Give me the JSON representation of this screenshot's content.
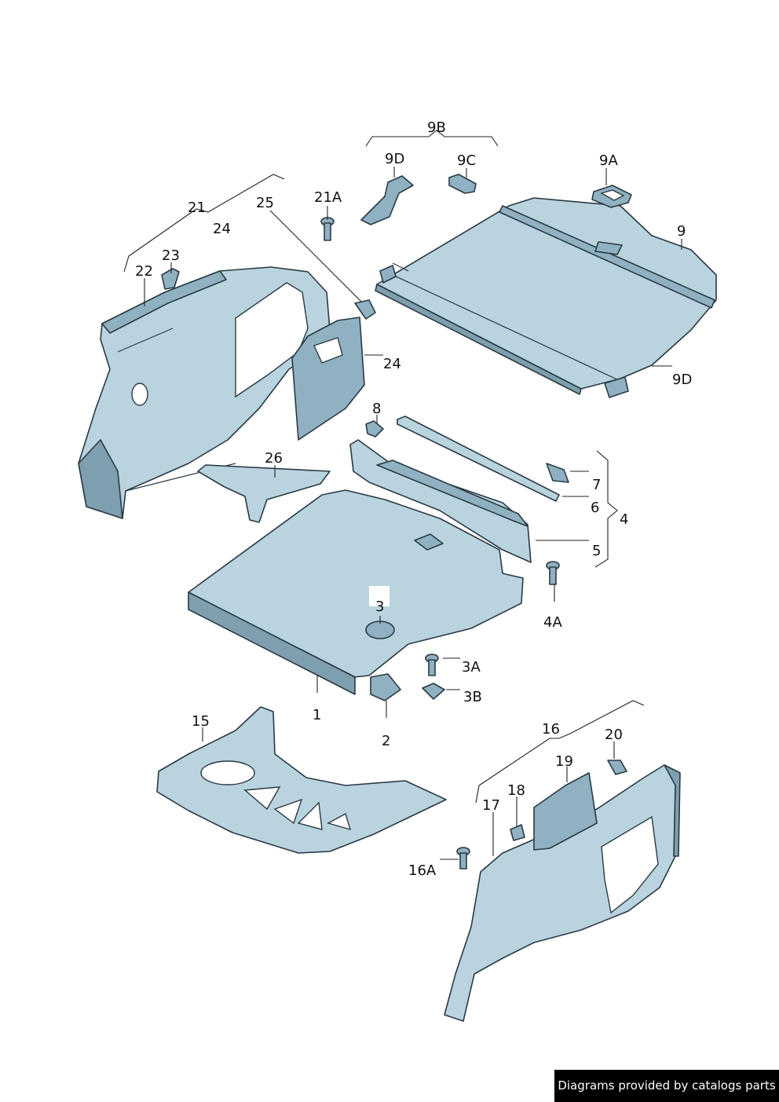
{
  "callouts": {
    "c9B": "9B",
    "c9D_top": "9D",
    "c9C": "9C",
    "c9A": "9A",
    "c9": "9",
    "c21": "21",
    "c24_top": "24",
    "c21A": "21A",
    "c25": "25",
    "c23": "23",
    "c22": "22",
    "c24": "24",
    "c9D": "9D",
    "c8": "8",
    "c26": "26",
    "c7": "7",
    "c6": "6",
    "c4": "4",
    "c5": "5",
    "c4A": "4A",
    "c3": "3",
    "c3A": "3A",
    "c3B": "3B",
    "c1": "1",
    "c2": "2",
    "c15": "15",
    "c16": "16",
    "c20": "20",
    "c19": "19",
    "c18": "18",
    "c17": "17",
    "c16A": "16A"
  },
  "footer": {
    "credit": "Diagrams provided by catalogs parts"
  }
}
